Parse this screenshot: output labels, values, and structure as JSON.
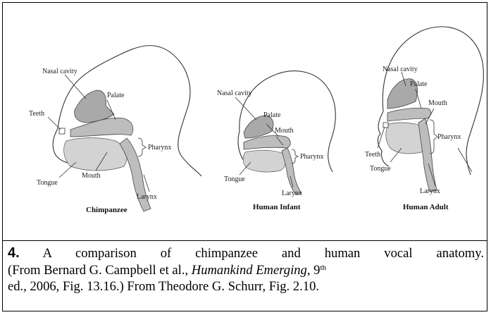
{
  "figure": {
    "panels": [
      {
        "title": "Chimpanzee",
        "labels": {
          "nasal_cavity": "Nasal cavity",
          "palate": "Palate",
          "teeth": "Teeth",
          "pharynx": "Pharynx",
          "mouth": "Mouth",
          "tongue": "Tongue",
          "larynx": "Larynx"
        }
      },
      {
        "title": "Human Infant",
        "labels": {
          "nasal_cavity": "Nasal cavity",
          "palate": "Palate",
          "mouth": "Mouth",
          "pharynx": "Pharynx",
          "tongue": "Tongue",
          "larynx": "Larynx"
        }
      },
      {
        "title": "Human Adult",
        "labels": {
          "nasal_cavity": "Nasal cavity",
          "palate": "Palate",
          "mouth": "Mouth",
          "pharynx": "Pharynx",
          "teeth": "Teeth",
          "tongue": "Tongue",
          "larynx": "Larynx"
        }
      }
    ]
  },
  "caption": {
    "number": "4.",
    "line1_rest": " A comparison of chimpanzee and human vocal anatomy.",
    "line2_before_italic": "(From Bernard G. Campbell et al., ",
    "line2_italic": "Humankind Emerging,",
    "line2_edition_num": " 9",
    "line2_edition_sup": "th",
    "line3": "ed., 2006, Fig. 13.16.) From Theodore G. Schurr, Fig. 2.10."
  }
}
